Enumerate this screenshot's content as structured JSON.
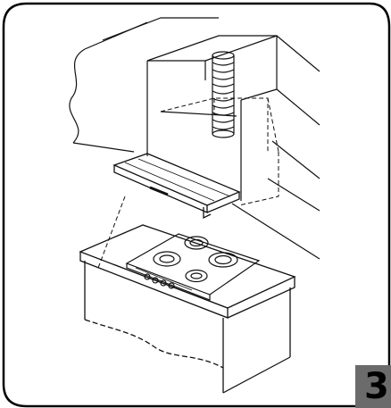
{
  "figure": {
    "page_number": "3"
  },
  "colors": {
    "frame": "#000000",
    "line": "#111111",
    "hatch": "#555555",
    "badge": "#6b6b6b"
  },
  "icons": [
    "cabinet-illustration",
    "range-hood-illustration",
    "duct-pipe-illustration",
    "cooktop-illustration"
  ]
}
